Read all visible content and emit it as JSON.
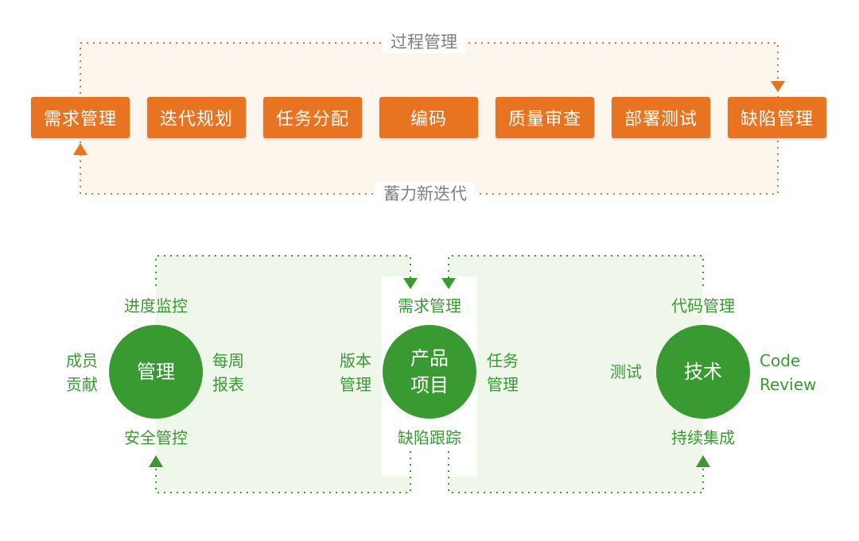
{
  "process": {
    "top_label": "过程管理",
    "bottom_label": "蓄力新迭代",
    "steps": [
      "需求管理",
      "迭代规划",
      "任务分配",
      "编码",
      "质量审查",
      "部署测试",
      "缺陷管理"
    ]
  },
  "hubs": {
    "management": {
      "center": "管理",
      "top": "进度监控",
      "bottom": "安全管控",
      "left": [
        "成员",
        "贡献"
      ],
      "right": [
        "每周",
        "报表"
      ]
    },
    "product": {
      "center": [
        "产品",
        "项目"
      ],
      "top": "需求管理",
      "bottom": "缺陷跟踪",
      "left": [
        "版本",
        "管理"
      ],
      "right": [
        "任务",
        "管理"
      ]
    },
    "technology": {
      "center": "技术",
      "top": "代码管理",
      "bottom": "持续集成",
      "left": "测试",
      "right": [
        "Code",
        "Review"
      ]
    }
  },
  "colors": {
    "orange": "#e87422",
    "green": "#3a9a32",
    "orange_fill": "#fdf6ec",
    "green_fill": "#eef7ea",
    "gray_text": "#808080"
  }
}
